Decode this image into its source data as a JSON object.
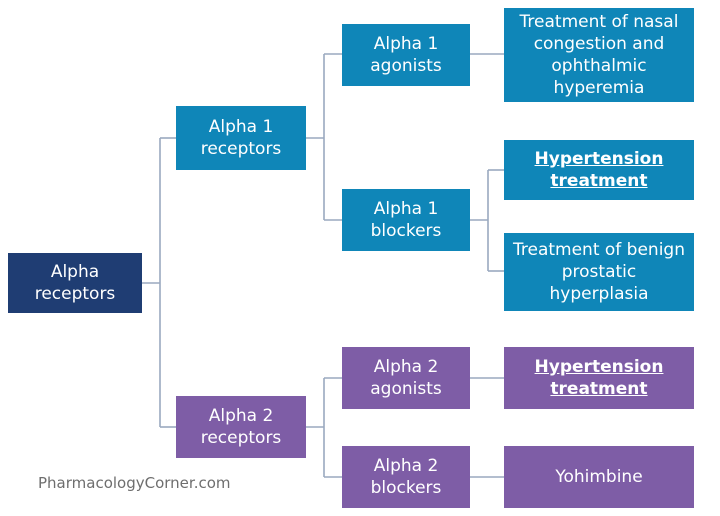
{
  "root": {
    "label": "Alpha\nreceptors",
    "color": "#1f3d73"
  },
  "alpha1": {
    "label": "Alpha 1\nreceptors",
    "agonists": {
      "label": "Alpha 1\nagonists",
      "use": "Treatment of nasal\ncongestion and\nophthalmic\nhyperemia"
    },
    "blockers": {
      "label": "Alpha 1\nblockers",
      "use_1": "Hypertension\ntreatment",
      "use_2": "Treatment of benign\nprostatic\nhyperplasia"
    },
    "color": "#0f86b8"
  },
  "alpha2": {
    "label": "Alpha 2\nreceptors",
    "agonists": {
      "label": "Alpha 2\nagonists",
      "use": "Hypertension\ntreatment"
    },
    "blockers": {
      "label": "Alpha 2\nblockers",
      "use": "Yohimbine"
    },
    "color": "#7e5da6"
  },
  "connector_color": "#9aa9bf",
  "watermark": "PharmacologyCorner.com"
}
